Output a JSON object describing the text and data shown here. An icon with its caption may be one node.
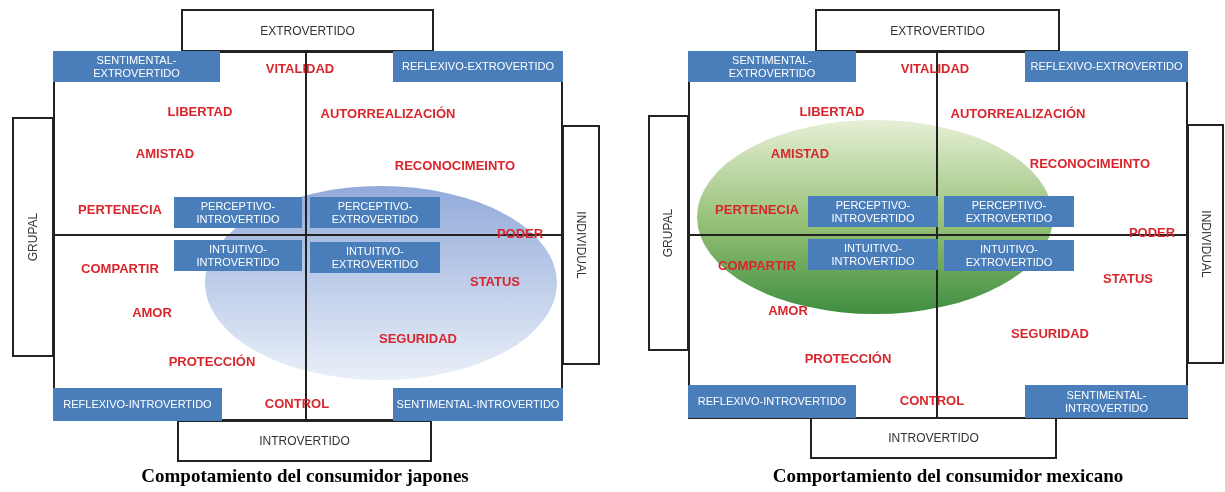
{
  "diagram": {
    "nodes": [
      {
        "text": [],
        "shape": "box"
      },
      {
        "text": [
          "EXTROVERTIDO"
        ]
      },
      {
        "text": [
          "INTROVERTIDO"
        ]
      },
      {
        "text": [
          "GRUPAL"
        ]
      },
      {
        "text": [
          "INDIVIDUAL"
        ]
      },
      {
        "text": [],
        "shape": "ellipse",
        "in": 0
      },
      {
        "text": [
          "SENTIMENTAL-EXTROVERTIDO"
        ],
        "in": 0
      },
      {
        "text": [
          "REFLEXIVO-EXTROVERTIDO"
        ],
        "in": 0
      },
      {
        "text": [
          "PERCEPTIVO-INTROVERTIDO"
        ],
        "in": 0
      },
      {
        "text": [
          "PERCEPTIVO-EXTROVERTIDO"
        ],
        "in": 5
      },
      {
        "text": [
          "INTUITIVO-INTROVERTIDO"
        ],
        "in": 0
      },
      {
        "text": [
          "INTUITIVO-EXTROVERTIDO"
        ],
        "in": 5
      },
      {
        "text": [
          "REFLEXIVO-INTROVERTIDO"
        ],
        "in": 0
      },
      {
        "text": [
          "SENTIMENTAL-INTROVERTIDO"
        ],
        "in": 0
      },
      {
        "text": [],
        "shape": "box"
      },
      {
        "text": [
          "EXTROVERTIDO"
        ]
      },
      {
        "text": [
          "INTROVERTIDO"
        ]
      },
      {
        "text": [
          "GRUPAL"
        ]
      },
      {
        "text": [
          "INDIVIDUAL"
        ]
      },
      {
        "text": [],
        "shape": "ellipse",
        "in": 14
      },
      {
        "text": [
          "SENTIMENTAL-EXTROVERTIDO"
        ],
        "in": 14
      },
      {
        "text": [
          "REFLEXIVO-EXTROVERTIDO"
        ],
        "in": 14
      },
      {
        "text": [
          "PERCEPTIVO-INTROVERTIDO"
        ],
        "in": 19
      },
      {
        "text": [
          "PERCEPTIVO-EXTROVERTIDO"
        ],
        "in": 14
      },
      {
        "text": [
          "INTUITIVO-INTROVERTIDO"
        ],
        "in": 19
      },
      {
        "text": [
          "INTUITIVO-EXTROVERTIDO"
        ],
        "in": 14
      },
      {
        "text": [
          "REFLEXIVO-INTROVERTIDO"
        ],
        "in": 14
      },
      {
        "text": [
          "SENTIMENTAL-INTROVERTIDO"
        ],
        "in": 14
      }
    ],
    "labels": [
      "VITALIDAD",
      "LIBERTAD",
      "AUTORREALIZACIÓN",
      "AMISTAD",
      "RECONOCIMEINTO",
      "PERTENECIA",
      "PODER",
      "COMPARTIR",
      "STATUS",
      "AMOR",
      "SEGURIDAD",
      "PROTECCIÓN",
      "CONTROL",
      "VITALIDAD",
      "LIBERTAD",
      "AUTORREALIZACIÓN",
      "AMISTAD",
      "RECONOCIMEINTO",
      "PERTENECIA",
      "PODER",
      "COMPARTIR",
      "STATUS",
      "AMOR",
      "SEGURIDAD",
      "PROTECCIÓN",
      "CONTROL",
      "Compotamiento del consumidor japones",
      "Comportamiento del consumidor mexicano"
    ]
  }
}
